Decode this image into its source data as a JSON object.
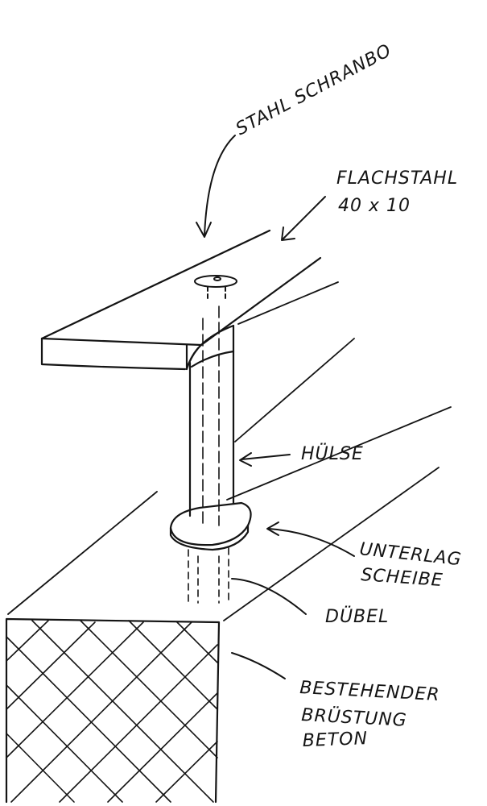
{
  "labels": {
    "top_member": "STAHL SCHRANBO",
    "flat_bar_line1": "FLACHSTAHL",
    "flat_bar_line2": "40 x 10",
    "sleeve": "HÜLSE",
    "washer_line1": "UNTERLAG",
    "washer_line2": "SCHEIBE",
    "dowel": "DÜBEL",
    "parapet_line1": "BESTEHENDER",
    "parapet_line2": "BRÜSTUNG",
    "parapet_line3": "BETON"
  },
  "colors": {
    "ink": "#141414",
    "paper": "#ffffff"
  }
}
